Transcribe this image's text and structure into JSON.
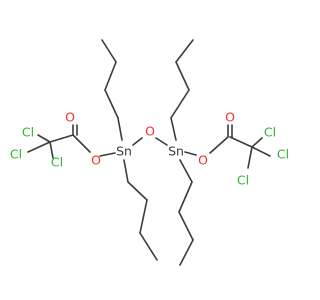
{
  "molecule": {
    "colors": {
      "bond": "#3b3b3b",
      "carbon_skeleton": "#3b3b3b",
      "oxygen": "#e8322d",
      "chlorine": "#2fb52f",
      "tin": "#3b3b3b"
    },
    "atom_labels": {
      "sn_left": "Sn",
      "sn_right": "Sn",
      "o_bridge": "O",
      "o_ester_left": "O",
      "o_ester_right": "O",
      "o_carbonyl_left": "O",
      "o_carbonyl_right": "O",
      "cl_left_top": "Cl",
      "cl_left_mid": "Cl",
      "cl_left_bottom": "Cl",
      "cl_right_top": "Cl",
      "cl_right_mid": "Cl",
      "cl_right_bottom": "Cl"
    }
  }
}
